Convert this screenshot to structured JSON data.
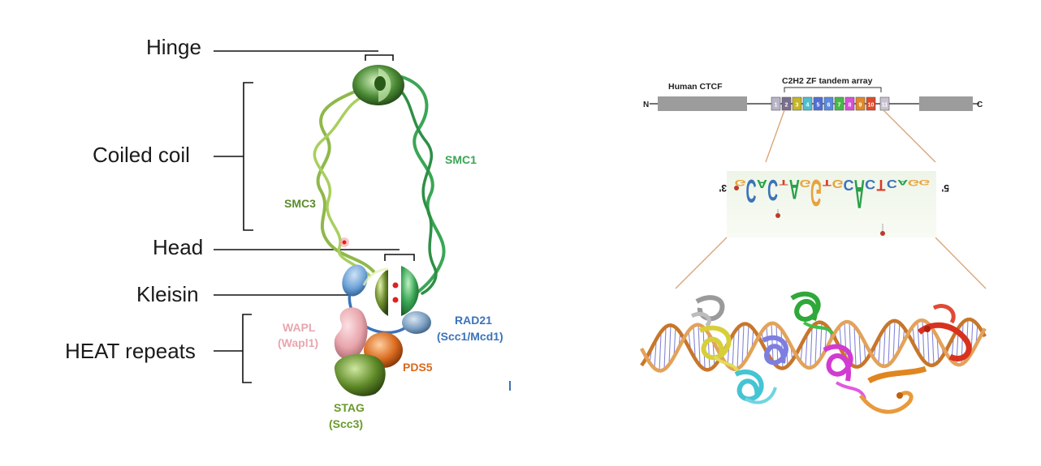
{
  "left_diagram": {
    "callouts": {
      "hinge": "Hinge",
      "coiled_coil": "Coiled coil",
      "head": "Head",
      "kleisin": "Kleisin",
      "heat_repeats": "HEAT repeats"
    },
    "proteins": {
      "smc1": "SMC1",
      "smc3": "SMC3",
      "wapl": "WAPL",
      "wapl_alias": "(Wapl1)",
      "rad21": "RAD21",
      "rad21_alias": "(Scc1/Mcd1)",
      "pds5": "PDS5",
      "stag": "STAG",
      "stag_alias": "(Scc3)"
    },
    "colors": {
      "smc1": "#3aa655",
      "smc3": "#7fae3c",
      "wapl": "#e8a6ad",
      "rad21": "#3b73b9",
      "pds5": "#d9691e",
      "stag": "#6a9a2a",
      "kleisin": "#6fa4d8"
    }
  },
  "right_diagram": {
    "protein_name": "Human CTCF",
    "array_label": "C2H2 ZF tandem array",
    "n_terminus": "N",
    "c_terminus": "C",
    "zf_numbers": [
      "1",
      "2",
      "3",
      "4",
      "5",
      "6",
      "7",
      "8",
      "9",
      "10",
      "11"
    ],
    "zf_colors": [
      "#b9b4c9",
      "#7a6e8e",
      "#c6b62a",
      "#4fbfcf",
      "#4f6fd6",
      "#5a8ae0",
      "#48b848",
      "#d84fd8",
      "#e08a2a",
      "#e04a2a",
      "#c8c2d2"
    ],
    "logo_five_prime": "5'",
    "logo_three_prime": "3'",
    "logo_letters": [
      {
        "ch": "G",
        "color": "#e8a33d"
      },
      {
        "ch": "C",
        "color": "#3b73b9"
      },
      {
        "ch": "A",
        "color": "#2aa04a"
      },
      {
        "ch": "C",
        "color": "#3b73b9"
      },
      {
        "ch": "T",
        "color": "#d83a2a"
      },
      {
        "ch": "A",
        "color": "#2aa04a"
      },
      {
        "ch": "G",
        "color": "#e8a33d"
      },
      {
        "ch": "G",
        "color": "#e8a33d"
      },
      {
        "ch": "T",
        "color": "#d83a2a"
      },
      {
        "ch": "G",
        "color": "#e8a33d"
      },
      {
        "ch": "C",
        "color": "#3b73b9"
      },
      {
        "ch": "A",
        "color": "#2aa04a"
      },
      {
        "ch": "C",
        "color": "#3b73b9"
      },
      {
        "ch": "T",
        "color": "#d83a2a"
      },
      {
        "ch": "C",
        "color": "#3b73b9"
      },
      {
        "ch": "A",
        "color": "#2aa04a"
      },
      {
        "ch": "G",
        "color": "#e8a33d"
      },
      {
        "ch": "G",
        "color": "#e8a33d"
      }
    ]
  }
}
